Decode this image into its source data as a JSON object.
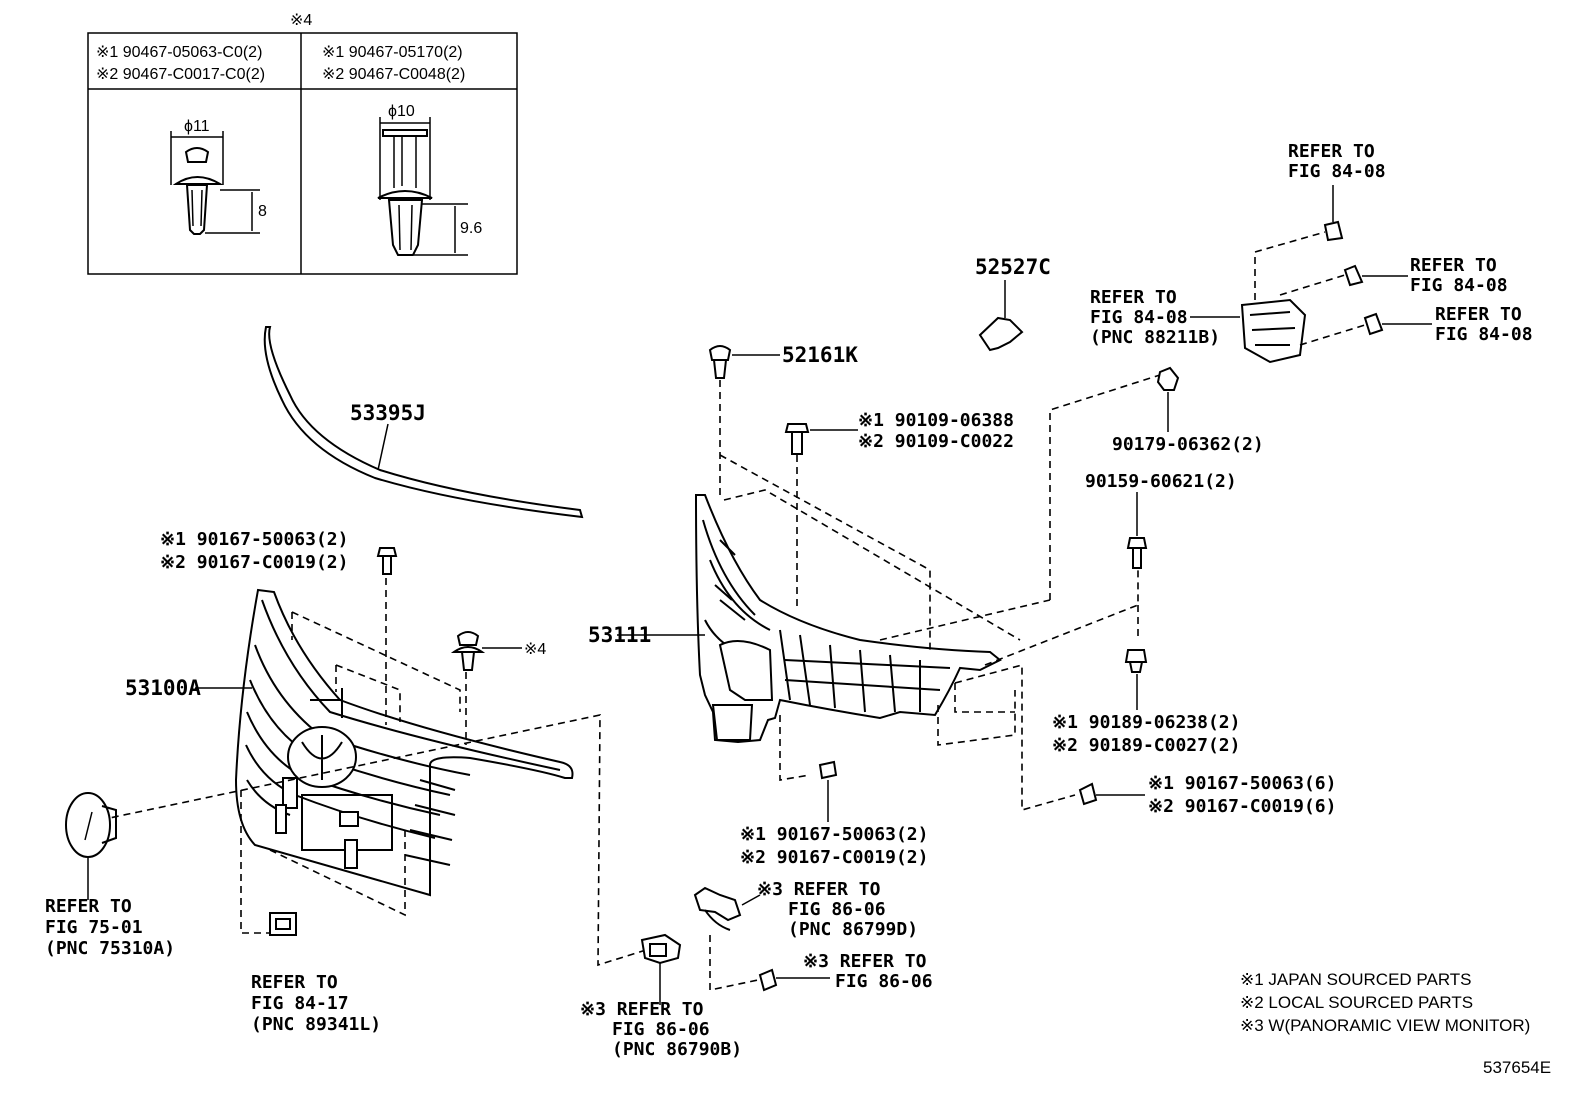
{
  "inset": {
    "header": "※4",
    "col1": {
      "line1": "※1 90467-05063-C0(2)",
      "line2": "※2 90467-C0017-C0(2)",
      "dia": "ϕ11",
      "len": "8"
    },
    "col2": {
      "line1": "※1 90467-05170(2)",
      "line2": "※2 90467-C0048(2)",
      "dia": "ϕ10",
      "len": "9.6"
    }
  },
  "parts": {
    "p53395J": "53395J",
    "p53100A": "53100A",
    "p53111": "53111",
    "p52161K": "52161K",
    "p52527C": "52527C",
    "clip_top_1": "※1 90167-50063(2)",
    "clip_top_2": "※2 90167-C0019(2)",
    "clip4": "※4",
    "bolt_1": "※1 90109-06388",
    "bolt_2": "※2 90109-C0022",
    "nut": "90179-06362(2)",
    "screw": "90159-60621(2)",
    "grom_1": "※1 90189-06238(2)",
    "grom_2": "※2 90189-C0027(2)",
    "right_screw_1": "※1 90167-50063(6)",
    "right_screw_2": "※2 90167-C0019(6)",
    "bottom_screw_1": "※1 90167-50063(2)",
    "bottom_screw_2": "※2 90167-C0019(2)"
  },
  "refs": {
    "top": [
      "REFER TO",
      "FIG 84-08"
    ],
    "right1": [
      "REFER TO",
      "FIG 84-08"
    ],
    "right2": [
      "REFER TO",
      "FIG 84-08"
    ],
    "sensor": [
      "REFER TO",
      "FIG 84-08",
      "(PNC 88211B)"
    ],
    "emblem": [
      "REFER TO",
      "FIG 75-01",
      "(PNC 75310A)"
    ],
    "bracket": [
      "REFER TO",
      "FIG 84-17",
      "(PNC 89341L)"
    ],
    "camera_harness": [
      "※3 REFER TO",
      "FIG 86-06",
      "(PNC 86799D)"
    ],
    "camera_screw": [
      "※3 REFER TO",
      "FIG 86-06"
    ],
    "camera": [
      "※3 REFER TO",
      "FIG 86-06",
      "(PNC 86790B)"
    ]
  },
  "legend": [
    "※1 JAPAN SOURCED PARTS",
    "※2 LOCAL SOURCED PARTS",
    "※3 W(PANORAMIC VIEW MONITOR)"
  ],
  "code": "537654E"
}
